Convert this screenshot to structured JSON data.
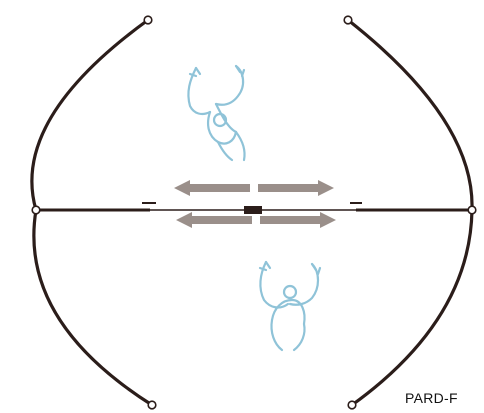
{
  "caption": "PARD-F",
  "colors": {
    "arc": "#2b1d1a",
    "rod": "#2b1d1a",
    "arrow": "#9a8f8a",
    "figure": "#8fc3d8",
    "node_fill": "#ffffff"
  },
  "elements": {
    "arcs": [
      "left-arc",
      "right-arc"
    ],
    "figures": [
      "upper-figure",
      "lower-figure"
    ],
    "arrows": [
      "upper-left-arrow",
      "upper-right-arrow",
      "lower-left-arrow",
      "lower-right-arrow"
    ]
  }
}
